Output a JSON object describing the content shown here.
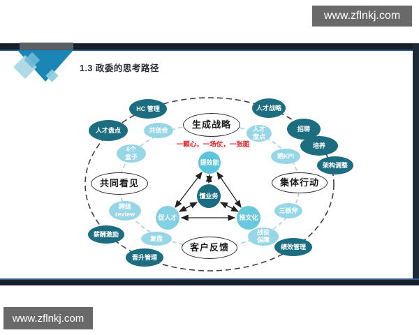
{
  "watermarks": {
    "top": "www.zflnkj.com",
    "bottom": "www.zflnkj.com"
  },
  "slide": {
    "title": "1.3 政委的思考路径",
    "tagline": "一颗心，一场仗，一张图"
  },
  "diagram": {
    "outer_ring_nodes": [
      {
        "name": "hc-management",
        "label": "HC 管理"
      },
      {
        "name": "talent-strategy",
        "label": "人才战略"
      },
      {
        "name": "talent-review-outer",
        "label": "人才盘点"
      },
      {
        "name": "recruiting",
        "label": "招聘"
      },
      {
        "name": "training",
        "label": "培养"
      },
      {
        "name": "org-restructure",
        "label": "架构调整"
      },
      {
        "name": "performance-mgmt",
        "label": "绩效管理"
      },
      {
        "name": "promotion-mgmt",
        "label": "晋升管理"
      },
      {
        "name": "compensation-incentive",
        "label": "薪酬激励"
      }
    ],
    "inner_ring_nodes": [
      {
        "name": "co-creation",
        "label": "共创会"
      },
      {
        "name": "six-boxes",
        "label": "6个\n盒子"
      },
      {
        "name": "talent-review-inner",
        "label": "人才\n盘点"
      },
      {
        "name": "kpi-sharing",
        "label": "晒KPI"
      },
      {
        "name": "cross-level-review",
        "label": "跨级\nreview"
      },
      {
        "name": "three-axes",
        "label": "三板斧"
      },
      {
        "name": "replay",
        "label": "复盘"
      },
      {
        "name": "battle-support",
        "label": "战役\n保障"
      }
    ],
    "milestones": [
      {
        "name": "generate-strategy",
        "label": "生成战略"
      },
      {
        "name": "shared-vision",
        "label": "共同看见"
      },
      {
        "name": "collective-action",
        "label": "集体行动"
      },
      {
        "name": "customer-feedback",
        "label": "客户反馈"
      }
    ],
    "core": [
      {
        "name": "improve-efficiency",
        "label": "提效能"
      },
      {
        "name": "understand-business",
        "label": "懂业务"
      },
      {
        "name": "promote-talent",
        "label": "促人才"
      },
      {
        "name": "push-culture",
        "label": "推文化"
      }
    ]
  },
  "colors": {
    "dark_node": "#1b6d7f",
    "light_node": "#97d6e7",
    "core_top": "#5cc5d9",
    "core_center": "#1a6c80",
    "accent_red": "#e0242e",
    "band_navy": "#161f2b",
    "band_blue": "#2d5f92",
    "deco_teal": "#1b85b5",
    "banner_gray": "#696969",
    "outer_ring_stroke": "#3f3f3f",
    "inner_ring_stroke": "#9fd2d8"
  }
}
